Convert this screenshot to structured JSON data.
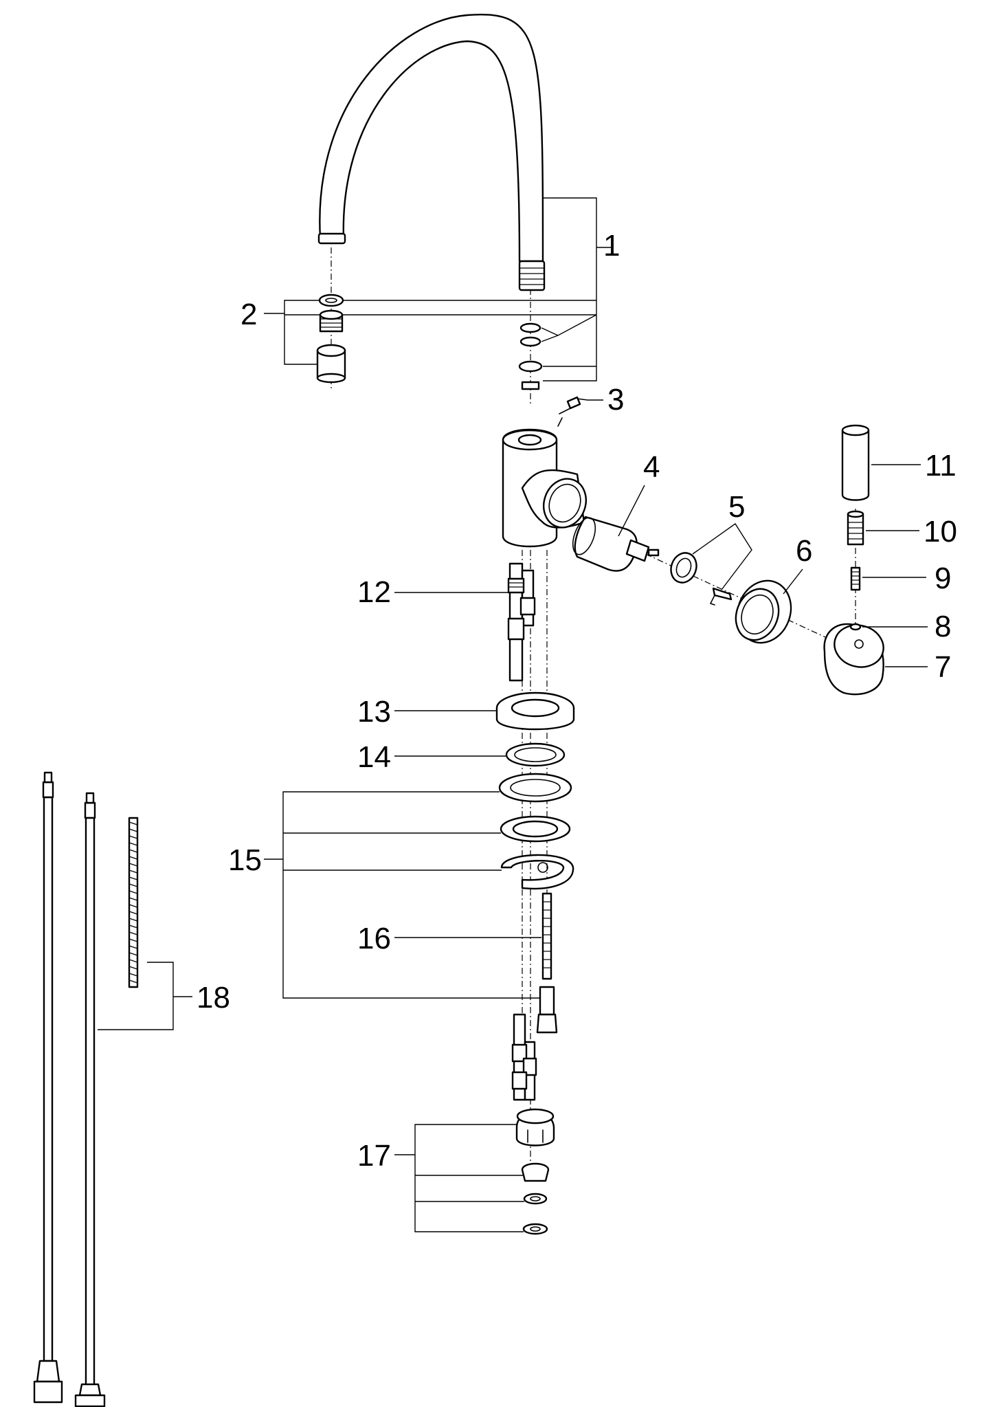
{
  "parts": [
    {
      "id": "label-1",
      "text": "1"
    },
    {
      "id": "label-2",
      "text": "2"
    },
    {
      "id": "label-3",
      "text": "3"
    },
    {
      "id": "label-4",
      "text": "4"
    },
    {
      "id": "label-5",
      "text": "5"
    },
    {
      "id": "label-6",
      "text": "6"
    },
    {
      "id": "label-7",
      "text": "7"
    },
    {
      "id": "label-8",
      "text": "8"
    },
    {
      "id": "label-9",
      "text": "9"
    },
    {
      "id": "label-10",
      "text": "10"
    },
    {
      "id": "label-11",
      "text": "11"
    },
    {
      "id": "label-12",
      "text": "12"
    },
    {
      "id": "label-13",
      "text": "13"
    },
    {
      "id": "label-14",
      "text": "14"
    },
    {
      "id": "label-15",
      "text": "15"
    },
    {
      "id": "label-16",
      "text": "16"
    },
    {
      "id": "label-17",
      "text": "17"
    },
    {
      "id": "label-18",
      "text": "18"
    }
  ]
}
